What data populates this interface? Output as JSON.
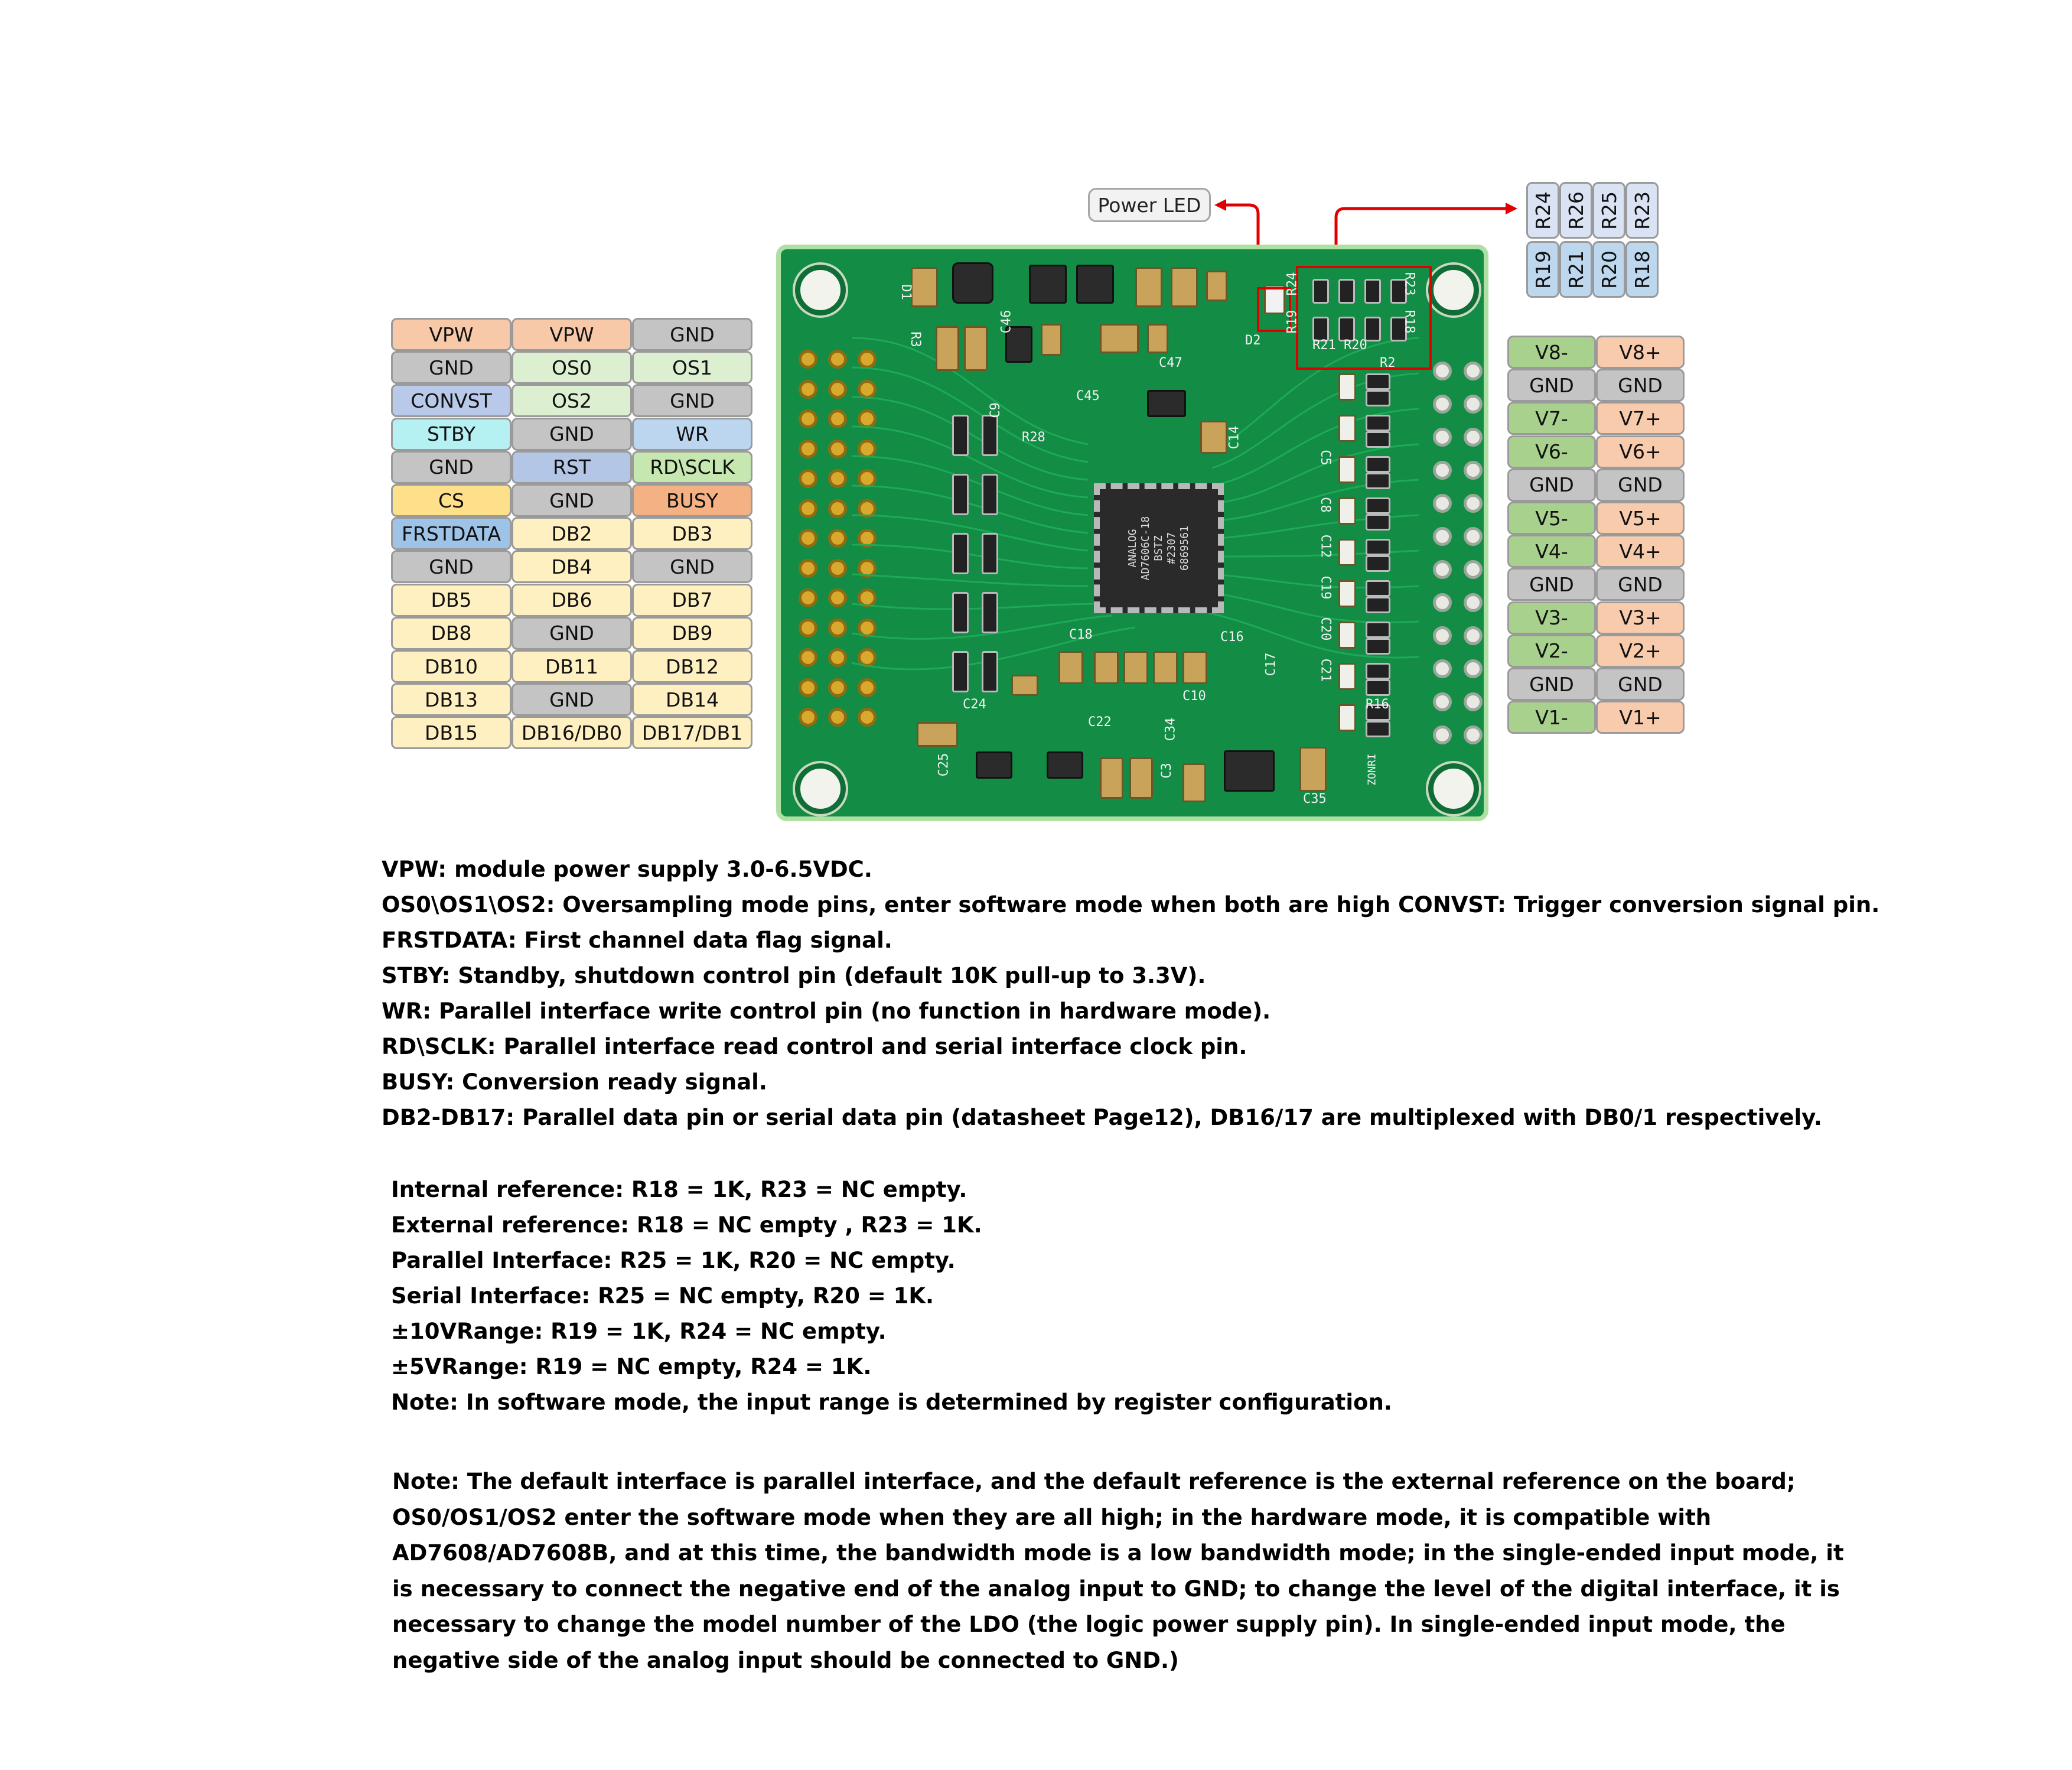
{
  "colors": {
    "vpw": "#f7c9a8",
    "gnd": "#c4c4c4",
    "os": "#dcefd0",
    "convst": "#b9c9ea",
    "stby": "#b5f1f3",
    "wr": "#bcd6ef",
    "rst": "#b3c6e6",
    "rdsclk": "#c6e7b0",
    "cs": "#ffe08a",
    "busy": "#f4b183",
    "frstdata": "#9dc3e6",
    "db": "#fff0c2",
    "vneg": "#a9d18e",
    "vpos": "#f8cbad",
    "rtop": "#dae3f3",
    "rbot": "#bdd7ee",
    "arrow": "#e00000",
    "pcb": "#138c45"
  },
  "left_header": {
    "rows": [
      [
        {
          "t": "VPW",
          "c": "vpw"
        },
        {
          "t": "VPW",
          "c": "vpw"
        },
        {
          "t": "GND",
          "c": "gnd"
        }
      ],
      [
        {
          "t": "GND",
          "c": "gnd"
        },
        {
          "t": "OS0",
          "c": "os"
        },
        {
          "t": "OS1",
          "c": "os"
        }
      ],
      [
        {
          "t": "CONVST",
          "c": "convst"
        },
        {
          "t": "OS2",
          "c": "os"
        },
        {
          "t": "GND",
          "c": "gnd"
        }
      ],
      [
        {
          "t": "STBY",
          "c": "stby"
        },
        {
          "t": "GND",
          "c": "gnd"
        },
        {
          "t": "WR",
          "c": "wr"
        }
      ],
      [
        {
          "t": "GND",
          "c": "gnd"
        },
        {
          "t": "RST",
          "c": "rst"
        },
        {
          "t": "RD\\SCLK",
          "c": "rdsclk"
        }
      ],
      [
        {
          "t": "CS",
          "c": "cs"
        },
        {
          "t": "GND",
          "c": "gnd"
        },
        {
          "t": "BUSY",
          "c": "busy"
        }
      ],
      [
        {
          "t": "FRSTDATA",
          "c": "frstdata"
        },
        {
          "t": "DB2",
          "c": "db"
        },
        {
          "t": "DB3",
          "c": "db"
        }
      ],
      [
        {
          "t": "GND",
          "c": "gnd"
        },
        {
          "t": "DB4",
          "c": "db"
        },
        {
          "t": "GND",
          "c": "gnd"
        }
      ],
      [
        {
          "t": "DB5",
          "c": "db"
        },
        {
          "t": "DB6",
          "c": "db"
        },
        {
          "t": "DB7",
          "c": "db"
        }
      ],
      [
        {
          "t": "DB8",
          "c": "db"
        },
        {
          "t": "GND",
          "c": "gnd"
        },
        {
          "t": "DB9",
          "c": "db"
        }
      ],
      [
        {
          "t": "DB10",
          "c": "db"
        },
        {
          "t": "DB11",
          "c": "db"
        },
        {
          "t": "DB12",
          "c": "db"
        }
      ],
      [
        {
          "t": "DB13",
          "c": "db"
        },
        {
          "t": "GND",
          "c": "gnd"
        },
        {
          "t": "DB14",
          "c": "db"
        }
      ],
      [
        {
          "t": "DB15",
          "c": "db"
        },
        {
          "t": "DB16/DB0",
          "c": "db"
        },
        {
          "t": "DB17/DB1",
          "c": "db"
        }
      ]
    ]
  },
  "right_header": {
    "rows": [
      [
        {
          "t": "V8-",
          "c": "vneg"
        },
        {
          "t": "V8+",
          "c": "vpos"
        }
      ],
      [
        {
          "t": "GND",
          "c": "gnd"
        },
        {
          "t": "GND",
          "c": "gnd"
        }
      ],
      [
        {
          "t": "V7-",
          "c": "vneg"
        },
        {
          "t": "V7+",
          "c": "vpos"
        }
      ],
      [
        {
          "t": "V6-",
          "c": "vneg"
        },
        {
          "t": "V6+",
          "c": "vpos"
        }
      ],
      [
        {
          "t": "GND",
          "c": "gnd"
        },
        {
          "t": "GND",
          "c": "gnd"
        }
      ],
      [
        {
          "t": "V5-",
          "c": "vneg"
        },
        {
          "t": "V5+",
          "c": "vpos"
        }
      ],
      [
        {
          "t": "V4-",
          "c": "vneg"
        },
        {
          "t": "V4+",
          "c": "vpos"
        }
      ],
      [
        {
          "t": "GND",
          "c": "gnd"
        },
        {
          "t": "GND",
          "c": "gnd"
        }
      ],
      [
        {
          "t": "V3-",
          "c": "vneg"
        },
        {
          "t": "V3+",
          "c": "vpos"
        }
      ],
      [
        {
          "t": "V2-",
          "c": "vneg"
        },
        {
          "t": "V2+",
          "c": "vpos"
        }
      ],
      [
        {
          "t": "GND",
          "c": "gnd"
        },
        {
          "t": "GND",
          "c": "gnd"
        }
      ],
      [
        {
          "t": "V1-",
          "c": "vneg"
        },
        {
          "t": "V1+",
          "c": "vpos"
        }
      ]
    ]
  },
  "resistor_grid": {
    "top": [
      "R24",
      "R26",
      "R25",
      "R23"
    ],
    "bottom": [
      "R19",
      "R21",
      "R20",
      "R18"
    ]
  },
  "callout": {
    "power_led": "Power LED"
  },
  "pcb": {
    "chip_lines": [
      "ANALOG",
      "AD7606C-18",
      "BSTZ",
      "#2307",
      "6869561"
    ],
    "labels": [
      "C46",
      "C47",
      "C45",
      "R28",
      "C14",
      "C18",
      "C16",
      "C17",
      "C10",
      "C24",
      "C22",
      "C34",
      "C3",
      "C35",
      "C5",
      "C8",
      "C12",
      "C19",
      "C20",
      "C21",
      "R16",
      "R2",
      "R21 R20",
      "D2",
      "R19",
      "R24",
      "R18",
      "R23",
      "D1",
      "R3",
      "C9",
      "C25",
      "ZONRI"
    ]
  },
  "descriptions": [
    "VPW: module power supply 3.0-6.5VDC.",
    "OS0\\OS1\\OS2: Oversampling mode pins, enter software mode when both are high CONVST: Trigger conversion signal pin.",
    "FRSTDATA: First channel data flag signal.",
    "STBY: Standby, shutdown control pin (default 10K pull-up to 3.3V).",
    "WR: Parallel interface write control pin (no function in hardware mode).",
    "RD\\SCLK: Parallel interface read control and serial interface clock pin.",
    "BUSY: Conversion ready signal.",
    "DB2-DB17: Parallel data pin or serial data pin (datasheet Page12), DB16/17 are multiplexed with DB0/1 respectively."
  ],
  "config": [
    "Internal reference: R18 = 1K, R23 = NC empty.",
    "External reference: R18 = NC empty , R23 = 1K.",
    "Parallel Interface: R25 = 1K, R20 = NC empty.",
    "Serial Interface: R25 = NC empty, R20 = 1K.",
    "±10VRange: R19 = 1K, R24 = NC empty.",
    "±5VRange: R19 = NC empty, R24 = 1K.",
    "Note: In software mode, the input range is determined by register configuration."
  ],
  "note": "Note: The default interface is parallel interface, and the default reference is the external reference on the board; OS0/OS1/OS2 enter the software mode when they are all high; in the hardware mode, it is compatible with AD7608/AD7608B, and at this time, the bandwidth mode is a low bandwidth mode; in the single-ended input mode, it is necessary to connect the negative end of the analog input to GND; to change the level of the digital interface, it is necessary to change the model number of the LDO (the logic power supply pin). In single-ended input mode, the negative side of the analog input should be connected to GND.)"
}
